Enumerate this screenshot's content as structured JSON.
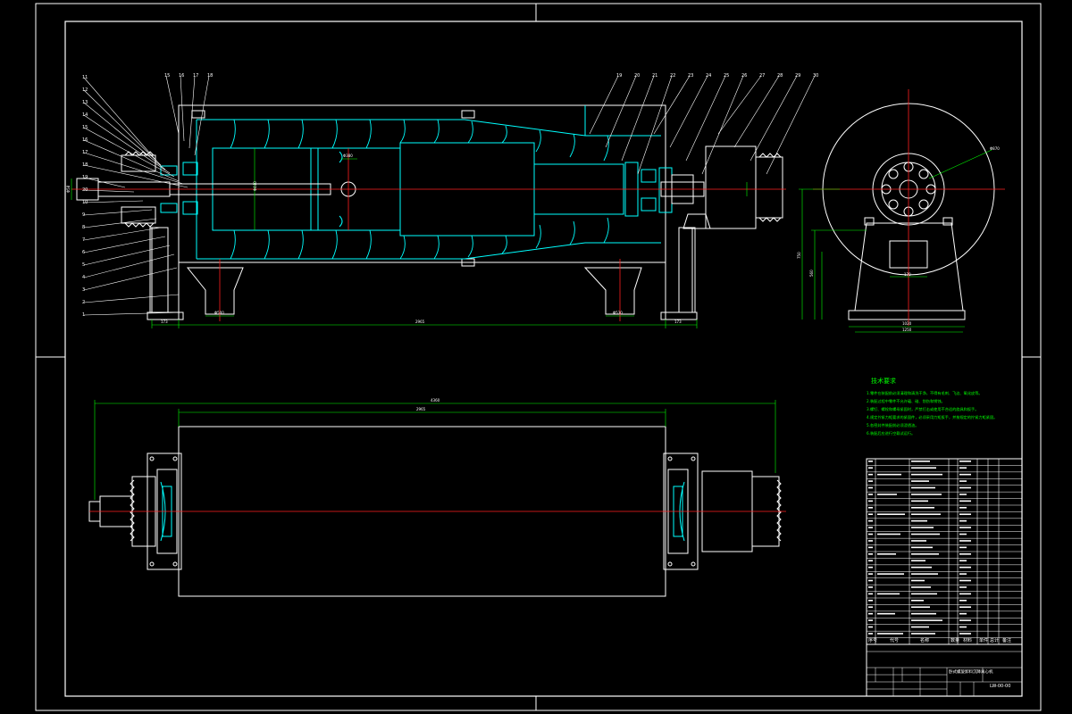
{
  "drawing": {
    "colors": {
      "background": "#000000",
      "outline": "#ffffff",
      "section": "#00ffff",
      "centerline": "#ff2020",
      "dimension": "#00ff00",
      "leader": "#ffffff",
      "note": "#00ff00"
    },
    "balloons_left": [
      "11",
      "12",
      "13",
      "14",
      "15",
      "16",
      "17",
      "18",
      "19",
      "20",
      "10",
      "9",
      "8",
      "7",
      "6",
      "5",
      "4",
      "3",
      "2",
      "1"
    ],
    "balloons_top_left": [
      "11",
      "12",
      "13",
      "14",
      "15",
      "16",
      "17",
      "18"
    ],
    "balloons_top_right": [
      "19",
      "20",
      "21",
      "22",
      "23",
      "24",
      "25",
      "26",
      "27",
      "28",
      "29",
      "30"
    ],
    "main_dims": {
      "overall_length": "2965",
      "left_foot": "173",
      "right_foot": "173",
      "left_outlet": "Φ500",
      "right_outlet": "Φ530",
      "bowl_diameter": "Φ440",
      "shaft": "Φ58",
      "window": "Φ380"
    },
    "side_dims": {
      "height": "750",
      "center_height": "560",
      "base_width": "1020",
      "base_total": "1250",
      "wheel_dia": "Φ870",
      "seat_width": "170"
    },
    "plan_dims": {
      "total": "4360",
      "drum": "2965"
    },
    "tech_req": {
      "title": "技术要求",
      "lines": [
        "1.零件在装配前必须清理和清洗干净，不得有毛刺、飞边、氧化皮等。",
        "2.装配过程中零件不允许磕、碰、划伤和锈蚀。",
        "3.螺钉、螺栓和螺母紧固时，严禁打击或使用不合适的旋具和扳手。",
        "4.规定拧紧力矩要求的紧固件，必须采用力矩扳手，并按规定的拧紧力矩紧固。",
        "5.各密封件装配前必须浸透油。",
        "6.装配后应进行空载试运行。"
      ]
    },
    "title_block": {
      "drawing_name": "卧式螺旋卸料沉降离心机",
      "drawing_no": "LW-00-00",
      "header_cols": [
        "序号",
        "代号",
        "名称",
        "数量",
        "材料",
        "单件",
        "总计",
        "备注"
      ]
    }
  }
}
